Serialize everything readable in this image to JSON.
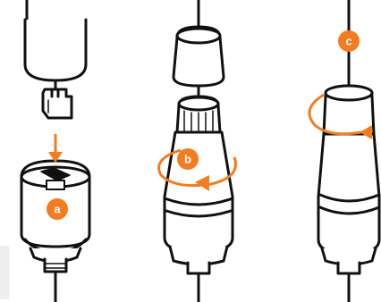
{
  "steps": [
    {
      "id": "a",
      "label": "a"
    },
    {
      "id": "b",
      "label": "b"
    },
    {
      "id": "c",
      "label": "c"
    }
  ],
  "colors": {
    "accent": "#f47c20",
    "outline": "#111111",
    "fill": "#ffffff",
    "scrap": "#eeeeee"
  }
}
